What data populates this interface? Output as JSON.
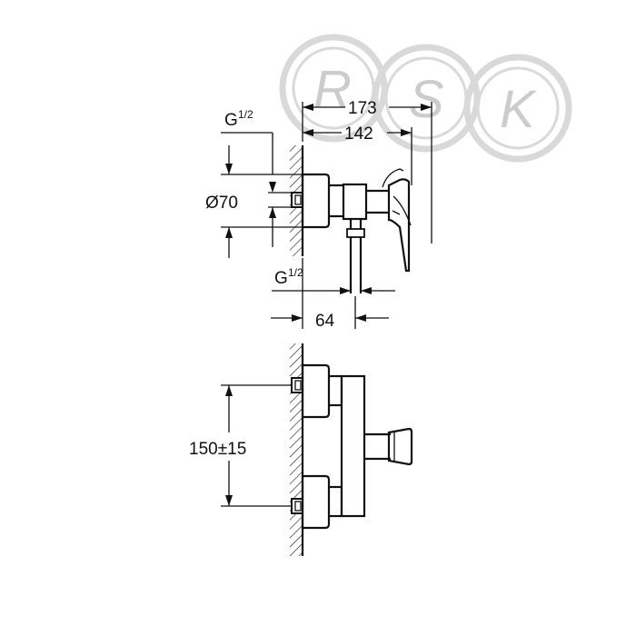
{
  "watermark": {
    "letters": [
      "R",
      "S",
      "K"
    ]
  },
  "dimensions": {
    "total_depth": "173",
    "body_depth": "142",
    "inlet_thread_label": "G",
    "inlet_thread_fraction": "1/2",
    "escutcheon_diameter": "Ø70",
    "outlet_thread_label": "G",
    "outlet_thread_fraction": "1/2",
    "outlet_offset": "64",
    "inlet_spacing": "150±15"
  },
  "colors": {
    "ink": "#111111",
    "watermark": "#d0d0d0"
  }
}
